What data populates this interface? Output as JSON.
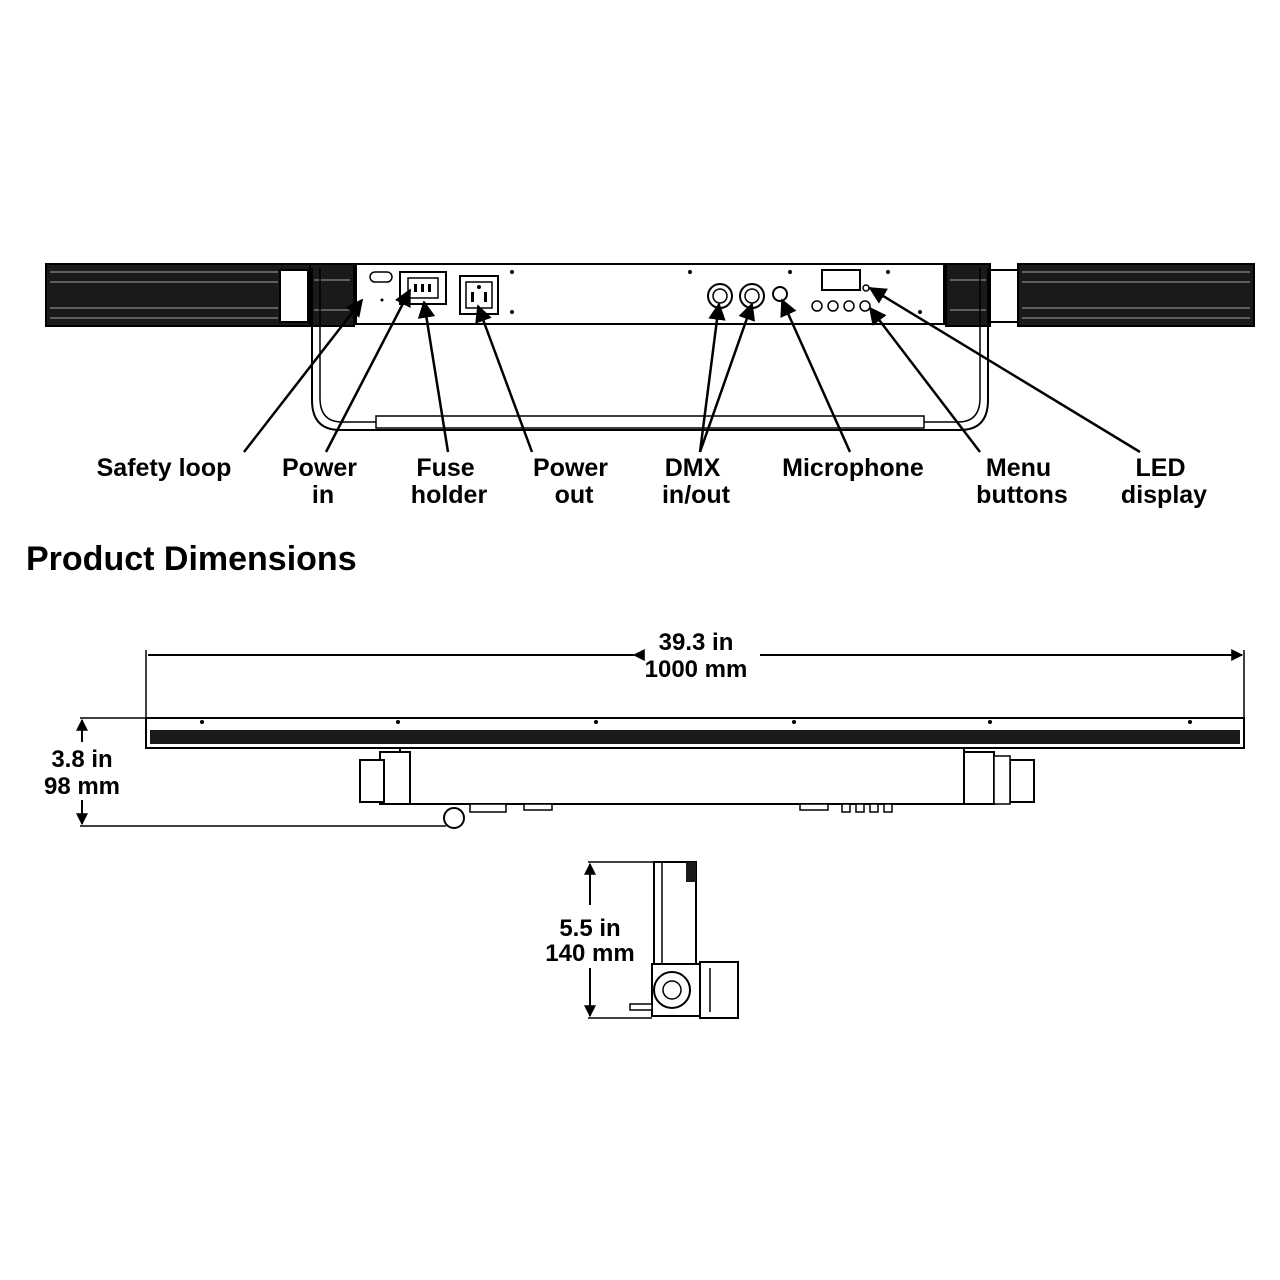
{
  "rear_panel": {
    "callouts": [
      {
        "id": "safety-loop",
        "lines": [
          "Safety loop"
        ]
      },
      {
        "id": "power-in",
        "lines": [
          "Power",
          "in"
        ]
      },
      {
        "id": "fuse-holder",
        "lines": [
          "Fuse",
          "holder"
        ]
      },
      {
        "id": "power-out",
        "lines": [
          "Power",
          "out"
        ]
      },
      {
        "id": "dmx-in-out",
        "lines": [
          "DMX",
          "in/out"
        ]
      },
      {
        "id": "microphone",
        "lines": [
          "Microphone"
        ]
      },
      {
        "id": "menu-buttons",
        "lines": [
          "Menu",
          "buttons"
        ]
      },
      {
        "id": "led-display",
        "lines": [
          "LED",
          "display"
        ]
      }
    ]
  },
  "dimensions": {
    "heading": "Product Dimensions",
    "length": {
      "imperial": "39.3 in",
      "metric": "1000 mm"
    },
    "height": {
      "imperial": "3.8 in",
      "metric": "98 mm"
    },
    "depth": {
      "imperial": "5.5 in",
      "metric": "140 mm"
    }
  },
  "colors": {
    "line": "#000000",
    "background": "#ffffff",
    "fill_dark": "#1a1a1a"
  }
}
